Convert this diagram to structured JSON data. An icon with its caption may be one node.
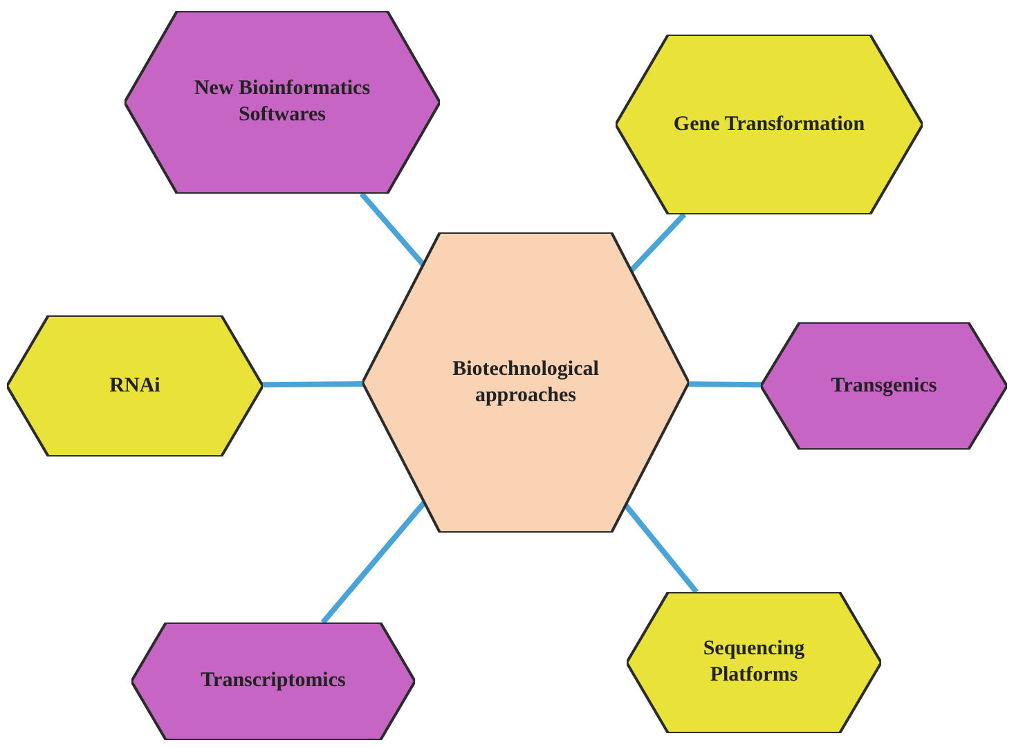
{
  "diagram": {
    "nodes": [
      {
        "text": [
          "Biotechnological approaches"
        ]
      },
      {
        "text": [
          "New Bioinformatics Softwares"
        ]
      },
      {
        "text": [
          "Gene Transformation"
        ]
      },
      {
        "text": [
          "RNAi"
        ]
      },
      {
        "text": [
          "Transgenics"
        ]
      },
      {
        "text": [
          "Transcriptomics"
        ]
      },
      {
        "text": [
          "Sequencing Platforms"
        ]
      }
    ],
    "edges": [
      {
        "from": 0,
        "to": 1,
        "arrow": "none"
      },
      {
        "from": 0,
        "to": 2,
        "arrow": "none"
      },
      {
        "from": 0,
        "to": 3,
        "arrow": "none"
      },
      {
        "from": 0,
        "to": 4,
        "arrow": "none"
      },
      {
        "from": 0,
        "to": 5,
        "arrow": "none"
      },
      {
        "from": 0,
        "to": 6,
        "arrow": "none"
      }
    ]
  }
}
